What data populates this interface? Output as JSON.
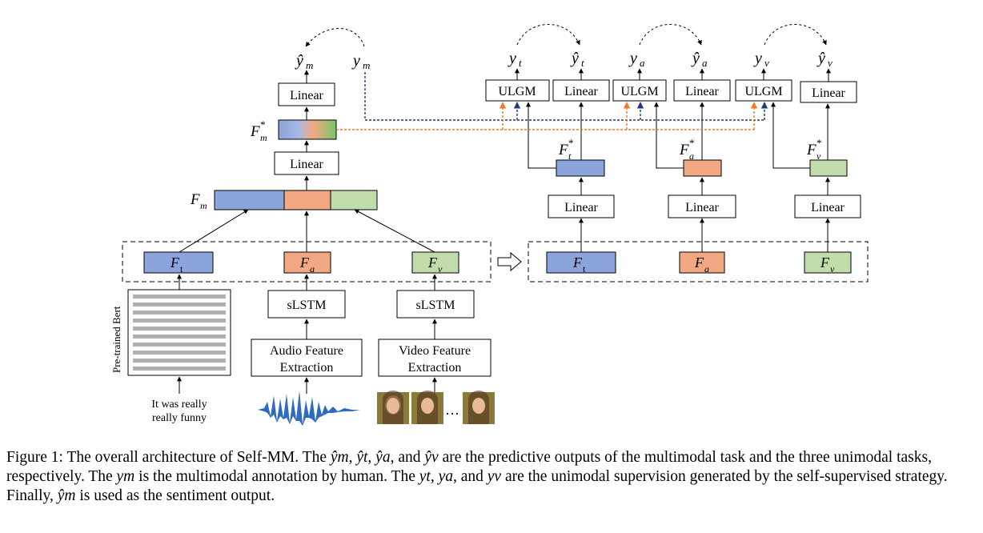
{
  "labels": {
    "linear": "Linear",
    "ulgm": "ULGM",
    "slstm": "sLSTM",
    "pretrained_bert": "Pre-trained Bert",
    "audio_feature_line1": "Audio Feature",
    "audio_feature_line2": "Extraction",
    "video_feature_line1": "Video Feature",
    "video_feature_line2": "Extraction",
    "input_text_line1": "It was really",
    "input_text_line2": "really  funny",
    "ellipsis": "…",
    "ft_base": "F",
    "ft_sub": "t",
    "fa_base": "F",
    "fa_sub": "a",
    "fv_base": "F",
    "fv_sub": "v",
    "fm_base": "F",
    "fm_sub": "m",
    "star": "*",
    "yhat_m": "ŷ",
    "y_m": "y",
    "sub_m": "m",
    "sub_t": "t",
    "sub_a": "a",
    "sub_v": "v"
  },
  "colors": {
    "text_feature": "#8ba4dc",
    "audio_feature": "#f2a883",
    "video_feature": "#bfdcaa",
    "blue_dotted": "#1f3a7a",
    "orange_dotted": "#f07a2a"
  },
  "caption": {
    "p1": "Figure 1: The overall architecture of Self-MM. The ",
    "m1": "ŷm, ŷt, ŷa",
    "p2": ", and ",
    "m2": "ŷv",
    "p3": " are the predictive outputs of the multimodal task and the three unimodal tasks, respectively. The ",
    "m3": "ym",
    "p4": " is the multimodal annotation by human. The ",
    "m4": "yt, ya",
    "p5": ", and ",
    "m5": "yv",
    "p6": " are the unimodal supervision generated by the self-supervised strategy. Finally, ",
    "m6": "ŷm",
    "p7": " is used as the sentiment output."
  }
}
